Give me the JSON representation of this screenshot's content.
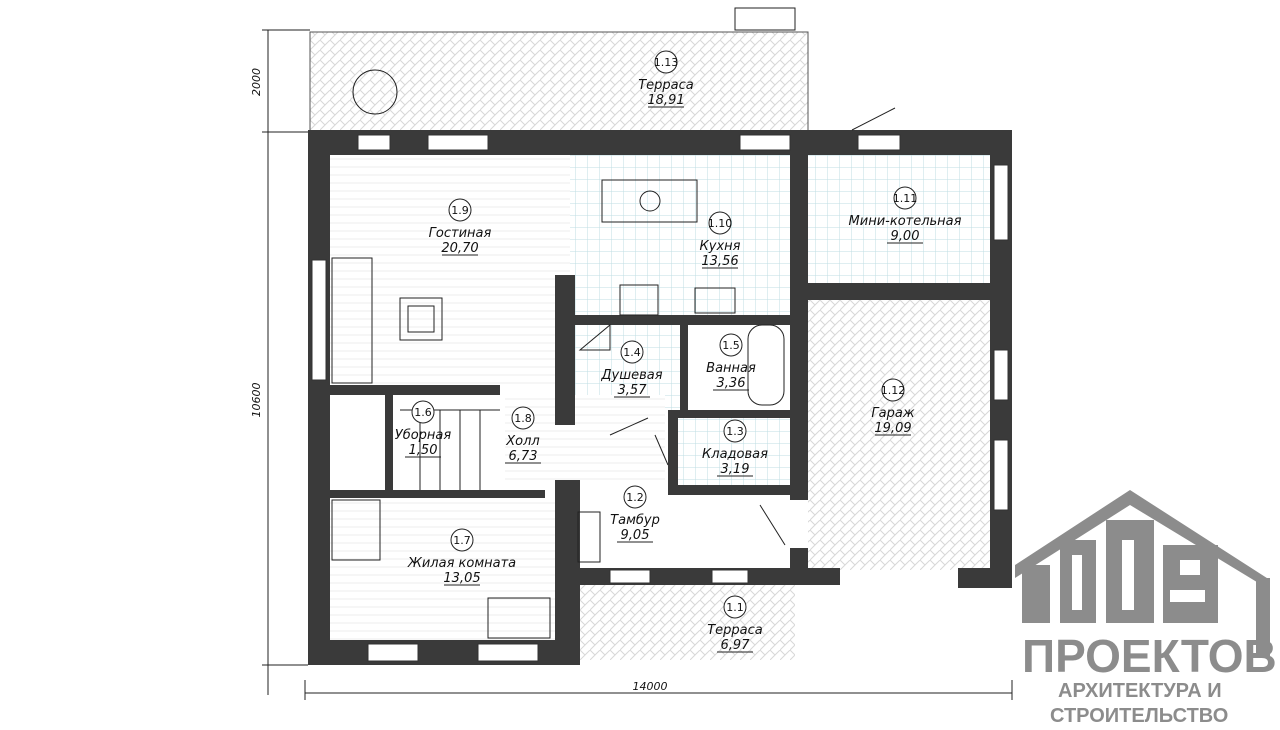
{
  "rooms": [
    {
      "num": "1.1",
      "name": "Терраса",
      "area": "6,97"
    },
    {
      "num": "1.2",
      "name": "Тамбур",
      "area": "9,05"
    },
    {
      "num": "1.3",
      "name": "Кладовая",
      "area": "3,19"
    },
    {
      "num": "1.4",
      "name": "Душевая",
      "area": "3,57"
    },
    {
      "num": "1.5",
      "name": "Ванная",
      "area": "3,36"
    },
    {
      "num": "1.6",
      "name": "Уборная",
      "area": "1,50"
    },
    {
      "num": "1.7",
      "name": "Жилая комната",
      "area": "13,05"
    },
    {
      "num": "1.8",
      "name": "Холл",
      "area": "6,73"
    },
    {
      "num": "1.9",
      "name": "Гостиная",
      "area": "20,70"
    },
    {
      "num": "1.10",
      "name": "Кухня",
      "area": "13,56"
    },
    {
      "num": "1.11",
      "name": "Мини-котельная",
      "area": "9,00"
    },
    {
      "num": "1.12",
      "name": "Гараж",
      "area": "19,09"
    },
    {
      "num": "1.13",
      "name": "Терраса",
      "area": "18,91"
    }
  ],
  "dimensions": {
    "terrace_depth": "2000",
    "height": "10600",
    "width": "14000"
  },
  "logo": {
    "line1": "ПРОЕКТОВ",
    "line2": "АРХИТЕКТУРА И",
    "line3": "СТРОИТЕЛЬСТВО",
    "mark": "1000"
  },
  "colors": {
    "wall": "#3a3a3a",
    "tile": "#cfe6ea",
    "logo": "#8c8c8c"
  }
}
